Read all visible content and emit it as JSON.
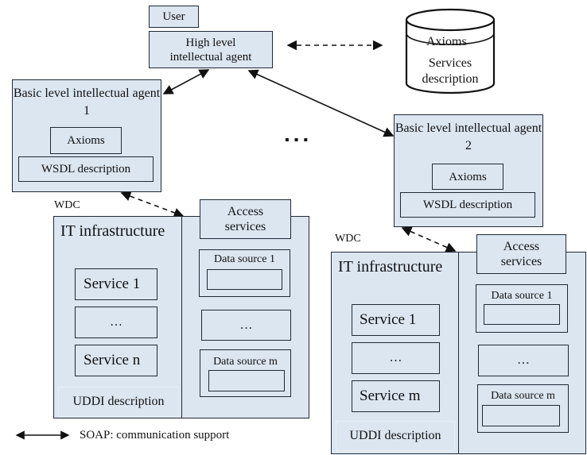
{
  "user": "User",
  "high_agent": "High level intellectual agent",
  "database": {
    "axioms": "Axioms",
    "services_description": "Services description"
  },
  "ellipsis_dots": "▪ ▪ ▪",
  "agent1": {
    "title": "Basic level intellectual agent 1",
    "axioms": "Axioms",
    "wsdl": "WSDL description"
  },
  "agent2": {
    "title": "Basic level intellectual agent 2",
    "axioms": "Axioms",
    "wsdl": "WSDL description"
  },
  "wdc1": {
    "label": "WDC",
    "it_infrastructure": "IT infrastructure",
    "services": [
      "Service 1",
      "…",
      "Service n"
    ],
    "uddi": "UDDI description",
    "access_services": "Access services",
    "data_sources": [
      "Data source 1",
      "…",
      "Data source m"
    ]
  },
  "wdc2": {
    "label": "WDC",
    "it_infrastructure": "IT infrastructure",
    "services": [
      "Service 1",
      "…",
      "Service m"
    ],
    "uddi": "UDDI description",
    "access_services": "Access services",
    "data_sources": [
      "Data source 1",
      "…",
      "Data source m"
    ]
  },
  "legend": {
    "label": "SOAP: communication support"
  },
  "colors": {
    "box_fill": "#dce6f1",
    "border": "#1f2a36"
  }
}
